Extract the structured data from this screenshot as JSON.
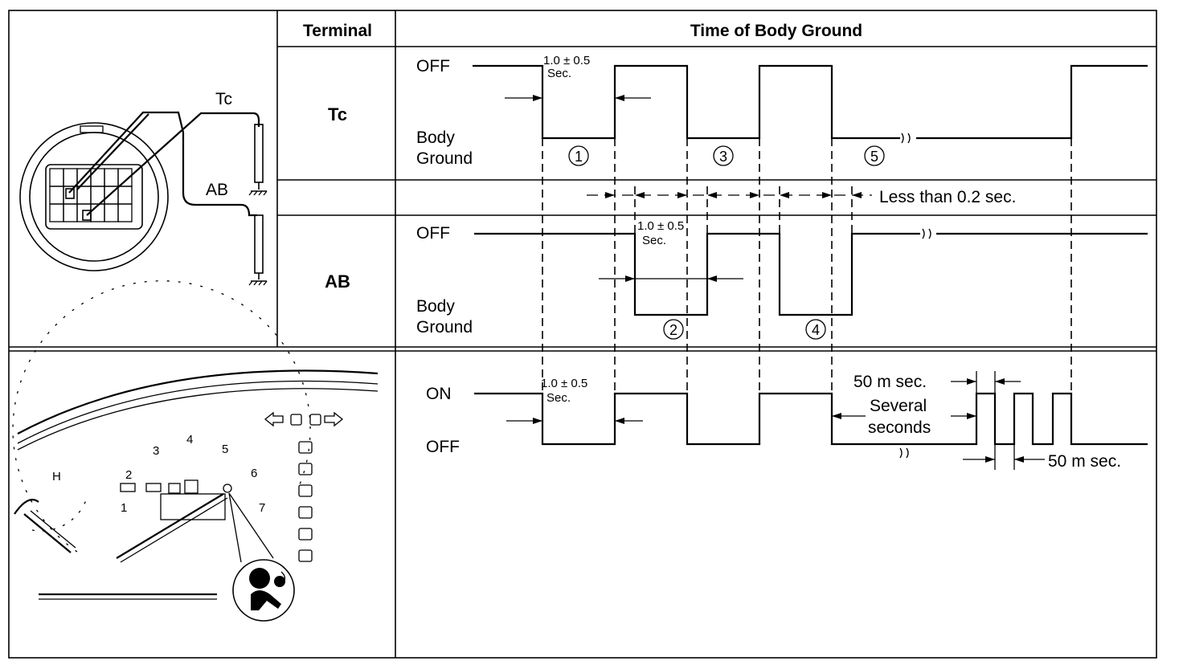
{
  "table": {
    "col_terminal": "Terminal",
    "col_time": "Time of Body Ground",
    "row_tc": "Tc",
    "row_ab": "AB"
  },
  "connector": {
    "label_tc": "Tc",
    "label_ab": "AB"
  },
  "levels": {
    "off": "OFF",
    "on": "ON",
    "body": "Body",
    "ground": "Ground"
  },
  "annotations": {
    "duration_value": "1.0 ± 0.5",
    "duration_unit": "Sec.",
    "less_than": "Less than 0.2 sec.",
    "fifty_ms": "50 m sec.",
    "several_1": "Several",
    "several_2": "seconds"
  },
  "steps": [
    "①",
    "②",
    "③",
    "④",
    "⑤"
  ],
  "colors": {
    "ink": "#000000",
    "paper": "#ffffff"
  },
  "icons": [
    "airbag-warning-icon",
    "ground-symbol-icon",
    "turn-signal-arrow-icon",
    "break-mark-icon"
  ]
}
